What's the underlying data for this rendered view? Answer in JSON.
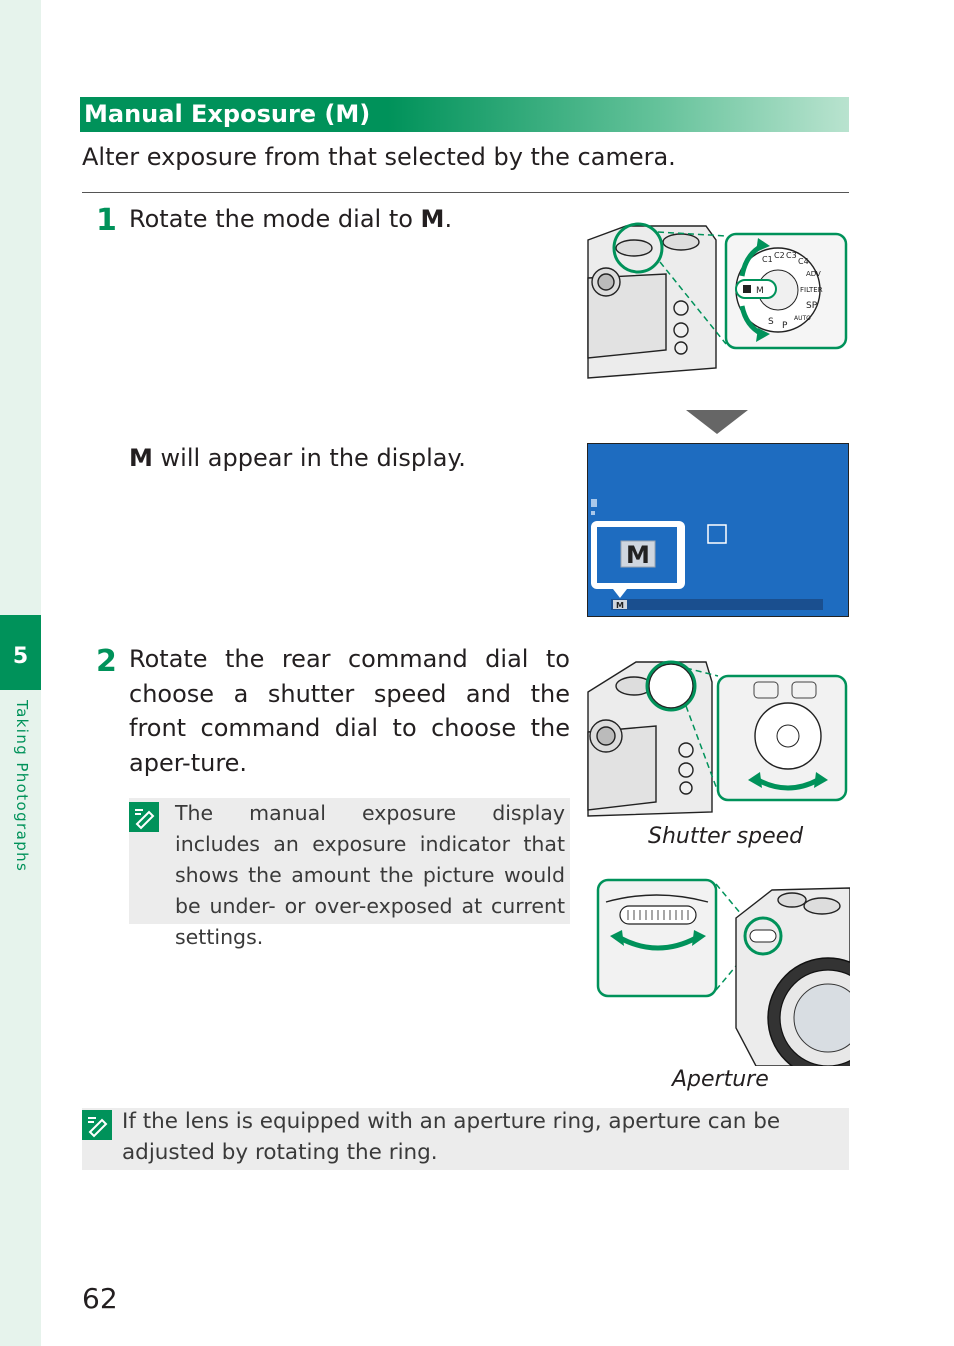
{
  "chapter": {
    "number": "5",
    "label": "Taking Photographs"
  },
  "section_title": "Manual Exposure (M)",
  "intro": "Alter exposure from that selected by the camera.",
  "steps": [
    {
      "num": "1",
      "text_before": "Rotate the mode dial to ",
      "text_bold": "M",
      "text_after": "."
    },
    {
      "num": "2",
      "text": "Rotate the rear command dial to choose a shutter speed and the front command dial to choose the aper-ture."
    }
  ],
  "display_note": {
    "bold": "M",
    "text": " will appear in the display."
  },
  "step2_note": "The manual exposure display includes an exposure indicator that shows the amount the picture would be under- or over-exposed at current settings.",
  "bottom_note": "If the lens is equipped with an aperture ring, aperture can be adjusted by rotating the ring.",
  "captions": {
    "shutter": "Shutter speed",
    "aperture": "Aperture"
  },
  "mode_dial": {
    "selected": "M",
    "labels": [
      "S",
      "P",
      "AUTO",
      "SP",
      "FILTER",
      "ADV",
      "C4",
      "C3",
      "C2",
      "C1"
    ]
  },
  "lcd": {
    "mode": "M",
    "small_mode": "M"
  },
  "page_number": "62",
  "colors": {
    "accent": "#00925a",
    "lcd_blue": "#1e6cc0",
    "note_bg": "#ececec"
  }
}
